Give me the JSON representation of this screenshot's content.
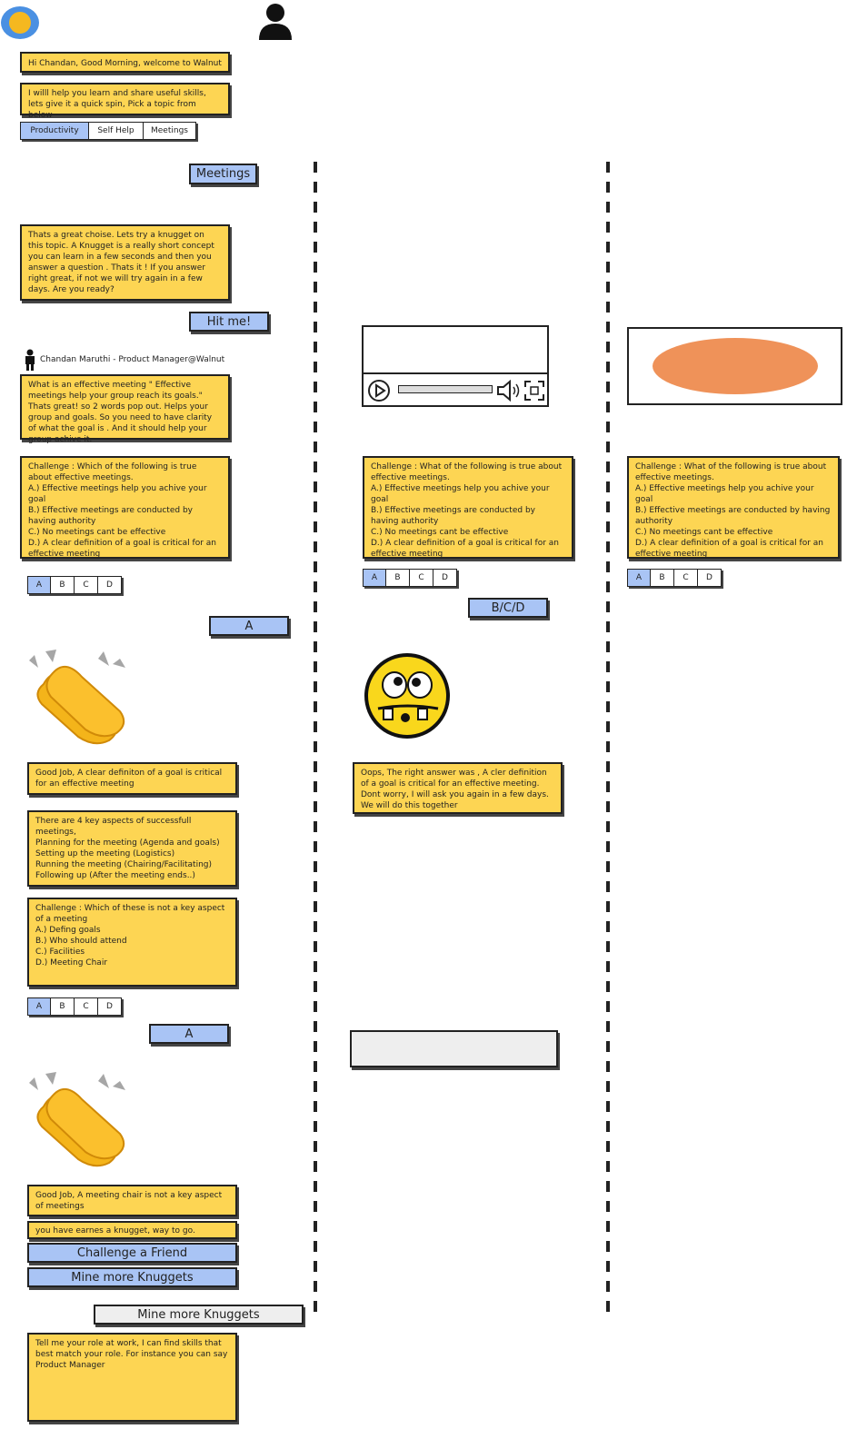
{
  "colors": {
    "bubble": "#fdd553",
    "accent_blue": "#a9c4f5",
    "logo_orange": "#f5b820",
    "logo_blue": "#4a90e2",
    "splash": "#ef9259"
  },
  "col1": {
    "greeting": "Hi Chandan, Good Morning, welcome to Walnut",
    "intro": "I willl help you learn and share useful skills, lets give it a quick spin, Pick a topic from below",
    "topics": [
      "Productivity",
      "Self Help",
      "Meetings"
    ],
    "reply_meetings": "Meetings",
    "knugget_intro": "Thats a great choise. Lets try a knugget on this topic. A Knugget is a really short concept you can learn in a few seconds and then you answer a question . Thats it ! If you answer right great, if not we will try again in a few days. Are you ready?",
    "reply_hit": "Hit me!",
    "author": "Chandan Maruthi - Product Manager@Walnut",
    "concept": "What is an effective meeting \" Effective meetings help your group reach its goals.\" Thats great! so 2 words pop out. Helps your group and goals. So you need to have clarity of what the goal is . And it should help your group achive it.",
    "challenge1": "Challenge : Which of the following is true about effective meetings.\nA.) Effective meetings help you achive your goal\nB.) Effective meetings are conducted by having authority\nC.) No meetings cant be effective\nD.) A clear definition of a goal is critical for an effective meeting",
    "options": [
      "A",
      "B",
      "C",
      "D"
    ],
    "reply_a": "A",
    "goodjob1": "Good Job, A clear definiton of a goal is critical for an effective meeting",
    "aspects": "There are 4 key aspects of successfull meetings,\nPlanning for the meeting (Agenda and goals)\nSetting up the meeting (Logistics)\nRunning the meeting (Chairing/Facilitating)\nFollowing up (After the meeting ends..)",
    "challenge2": "Challenge : Which of these is not a key aspect of a meeting\nA.) Defing goals\nB.) Who should attend\nC.) Facilities\nD.) Meeting Chair",
    "reply_a2": "A",
    "goodjob2": "Good Job, A meeting chair is not a key aspect of meetings",
    "earned": "you have earnes a knugget, way to go.",
    "challenge_friend": "Challenge a Friend",
    "mine_more": "Mine more Knuggets",
    "mine_more2": "Mine more Knuggets",
    "role_prompt": "Tell me your role at work, I can find skills that best match your role. For instance you can say Product Manager"
  },
  "col2": {
    "challenge": "Challenge : What of the following is true about effective meetings.\nA.) Effective meetings help you achive your goal\nB.) Effective meetings are conducted by having authority\nC.) No meetings cant be effective\nD.) A clear definition of a goal is critical for an effective meeting",
    "reply_bcd": "B/C/D",
    "oops": "Oops, The right answer was , A cler definition of a goal is critical for an effective meeting. Dont worry, I will ask you again in a few days. We will do this together"
  },
  "col3": {
    "challenge": "Challenge : What of the following is true about effective meetings.\nA.) Effective meetings help you achive your goal\nB.) Effective meetings are conducted by having authority\nC.) No meetings cant be effective\nD.) A clear definition of a goal is critical for an effective meeting"
  },
  "icons": {
    "logo": "logo-icon",
    "user": "user-icon",
    "clap": "clapping-hands-icon",
    "face": "silly-face-icon",
    "play": "play-icon",
    "volume": "volume-icon",
    "fullscreen": "fullscreen-icon",
    "person": "person-icon"
  }
}
